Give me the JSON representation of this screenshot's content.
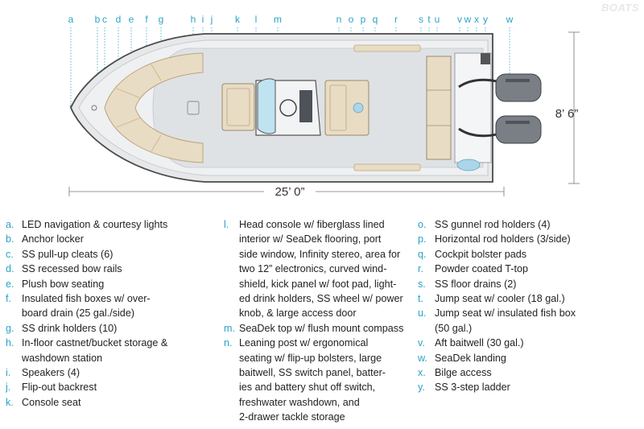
{
  "brand": "BOATS",
  "letters": [
    "a",
    "b",
    "c",
    "d",
    "e",
    "f",
    "g",
    "h",
    "i",
    "j",
    "k",
    "l",
    "m",
    "n",
    "o",
    "p",
    "q",
    "r",
    "s",
    "t",
    "u",
    "v",
    "w",
    "x",
    "y",
    "w"
  ],
  "dimensions": {
    "length": "25’ 0”",
    "beam": "8’ 6”"
  },
  "colors": {
    "accent": "#2aa3c7",
    "hull": "#e6e8ea",
    "seating": "#e9dcc4",
    "outline": "#4a4a4a"
  },
  "legend": {
    "columns": [
      [
        {
          "key": "a.",
          "text": "LED navigation & courtesy lights"
        },
        {
          "key": "b.",
          "text": "Anchor locker"
        },
        {
          "key": "c.",
          "text": "SS pull-up cleats (6)"
        },
        {
          "key": "d.",
          "text": "SS recessed bow rails"
        },
        {
          "key": "e.",
          "text": "Plush bow seating"
        },
        {
          "key": "f.",
          "text": "Insulated fish boxes w/ over-\nboard drain (25 gal./side)"
        },
        {
          "key": "g.",
          "text": "SS drink holders (10)"
        },
        {
          "key": "h.",
          "text": "In-floor castnet/bucket storage &\nwashdown station"
        },
        {
          "key": "i.",
          "text": "Speakers (4)"
        },
        {
          "key": "j.",
          "text": "Flip-out backrest"
        },
        {
          "key": "k.",
          "text": "Console seat"
        }
      ],
      [
        {
          "key": "l.",
          "text": "Head console w/ fiberglass lined\ninterior w/ SeaDek flooring, port\nside window, Infinity stereo, area for\ntwo 12” electronics, curved wind-\nshield, kick panel w/ foot pad, light-\ned drink holders, SS wheel w/ power\nknob, & large access door"
        },
        {
          "key": "m.",
          "text": "SeaDek top w/ flush mount compass"
        },
        {
          "key": "n.",
          "text": "Leaning post w/ ergonomical\nseating w/ flip-up bolsters, large\nbaitwell, SS switch panel, batter-\nies and battery shut off switch,\nfreshwater washdown, and\n2-drawer tackle storage"
        }
      ],
      [
        {
          "key": "o.",
          "text": "SS gunnel rod holders (4)"
        },
        {
          "key": "p.",
          "text": "Horizontal rod holders (3/side)"
        },
        {
          "key": "q.",
          "text": "Cockpit bolster pads"
        },
        {
          "key": "r.",
          "text": "Powder coated T-top"
        },
        {
          "key": "s.",
          "text": "SS floor drains (2)"
        },
        {
          "key": "t.",
          "text": "Jump seat w/ cooler (18 gal.)"
        },
        {
          "key": "u.",
          "text": "Jump seat w/ insulated fish box\n(50 gal.)"
        },
        {
          "key": "v.",
          "text": "Aft baitwell (30 gal.)"
        },
        {
          "key": "w.",
          "text": "SeaDek landing"
        },
        {
          "key": "x.",
          "text": "Bilge access"
        },
        {
          "key": "y.",
          "text": "SS 3-step ladder"
        }
      ]
    ]
  }
}
